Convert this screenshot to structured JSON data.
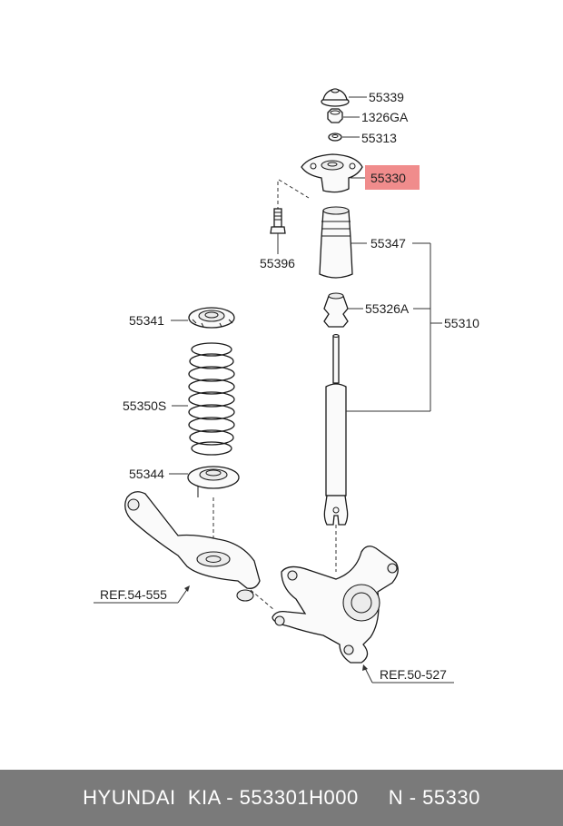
{
  "labels": {
    "p55339": "55339",
    "p1326ga": "1326GA",
    "p55313": "55313",
    "p55330": "55330",
    "p55396": "55396",
    "p55347": "55347",
    "p55326a": "55326A",
    "p55310": "55310",
    "p55341": "55341",
    "p55350s": "55350S",
    "p55344": "55344",
    "ref_left": "REF.54-555",
    "ref_right": "REF.50-527"
  },
  "highlight_color": "#f08c8c",
  "footer": {
    "text": "HYUNDAI  KIA - 553301H000     N - 55330"
  }
}
